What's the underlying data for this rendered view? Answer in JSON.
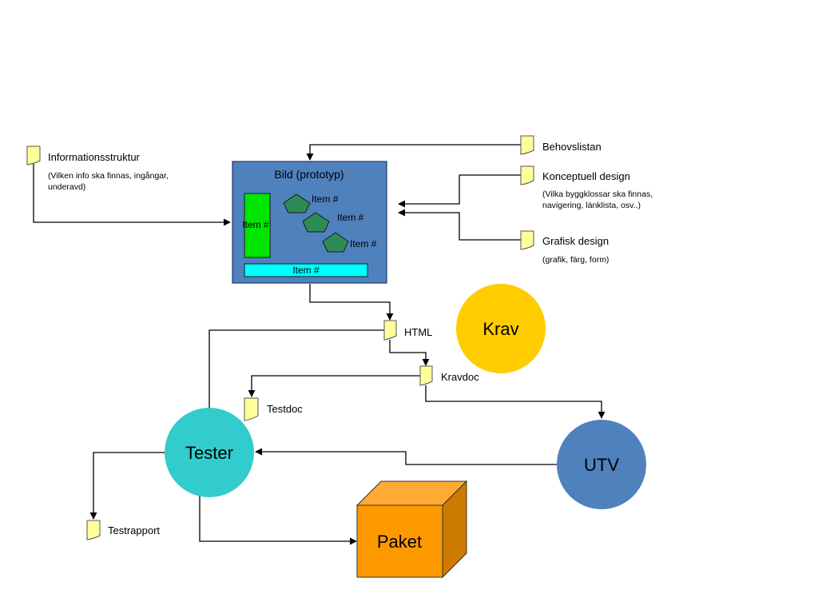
{
  "prototype": {
    "title": "Bild (prototyp)",
    "items": [
      "Item #",
      "Item #",
      "Item #",
      "Item #",
      "Item #"
    ]
  },
  "docs": {
    "informationsstruktur": {
      "label": "Informationsstruktur",
      "note": [
        "(Vilken info ska finnas, ingångar,",
        "underavd)"
      ]
    },
    "behovslistan": {
      "label": "Behovslistan"
    },
    "konceptuell_design": {
      "label": "Konceptuell design",
      "note": [
        "(Vilka byggklossar ska finnas,",
        "navigering, länklista, osv..)"
      ]
    },
    "grafisk_design": {
      "label": "Grafisk design",
      "note": [
        "(grafik, färg, form)"
      ]
    },
    "html": {
      "label": "HTML"
    },
    "kravdoc": {
      "label": "Kravdoc"
    },
    "testdoc": {
      "label": "Testdoc"
    },
    "testrapport": {
      "label": "Testrapport"
    }
  },
  "nodes": {
    "krav": "Krav",
    "tester": "Tester",
    "utv": "UTV",
    "paket": "Paket"
  },
  "colors": {
    "prototype_fill": "#4f81bd",
    "prototype_stroke": "#1f3864",
    "green_bar": "#00e600",
    "pentagon": "#2e8b57",
    "cyan_bar": "#00ffff",
    "doc_fill": "#ffff99",
    "krav": "#ffcc00",
    "tester": "#33cccc",
    "utv": "#4f81bd",
    "paket_front": "#ff9900",
    "paket_top": "#ffaa33",
    "paket_side": "#cc7a00"
  }
}
